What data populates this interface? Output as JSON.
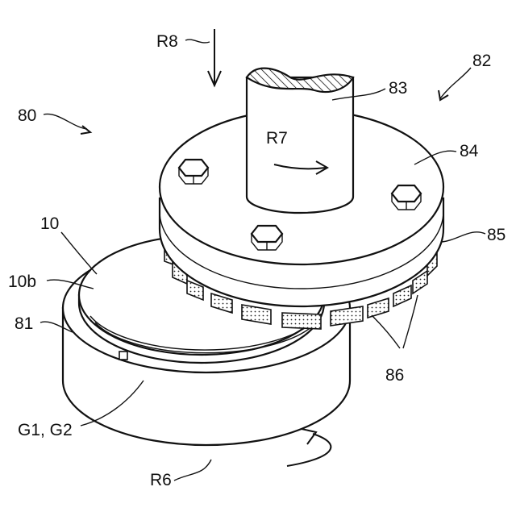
{
  "figure": {
    "labels": {
      "r8": "R8",
      "n80": "80",
      "n82": "82",
      "n83": "83",
      "r7": "R7",
      "n84": "84",
      "n10": "10",
      "n85": "85",
      "n10b": "10b",
      "n81": "81",
      "n86": "86",
      "g1g2": "G1, G2",
      "r6": "R6"
    }
  }
}
